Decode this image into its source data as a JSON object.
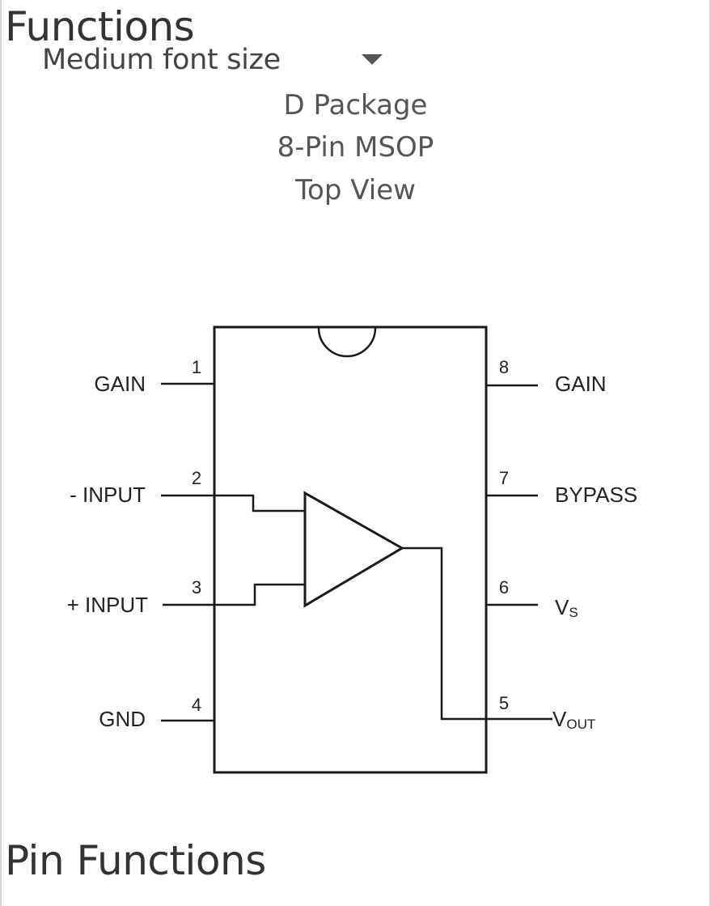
{
  "headings": {
    "functions": "Functions",
    "pin_functions": "Pin Functions"
  },
  "font_size_select": {
    "selected": "Medium font size",
    "caret_icon": "caret-down-icon"
  },
  "package": {
    "line1": "D Package",
    "line2": "8-Pin MSOP",
    "line3": "Top View"
  },
  "pins": {
    "left": [
      {
        "number": "1",
        "label": "GAIN"
      },
      {
        "number": "2",
        "label": "- INPUT"
      },
      {
        "number": "3",
        "label": "+ INPUT"
      },
      {
        "number": "4",
        "label": "GND"
      }
    ],
    "right": [
      {
        "number": "8",
        "label": "GAIN"
      },
      {
        "number": "7",
        "label": "BYPASS"
      },
      {
        "number": "6",
        "label_main": "V",
        "label_sub": "S"
      },
      {
        "number": "5",
        "label_main": "V",
        "label_sub": "OUT"
      }
    ]
  },
  "colors": {
    "heading": "#333333",
    "caption": "#555555",
    "line": "#1a1a1a"
  }
}
